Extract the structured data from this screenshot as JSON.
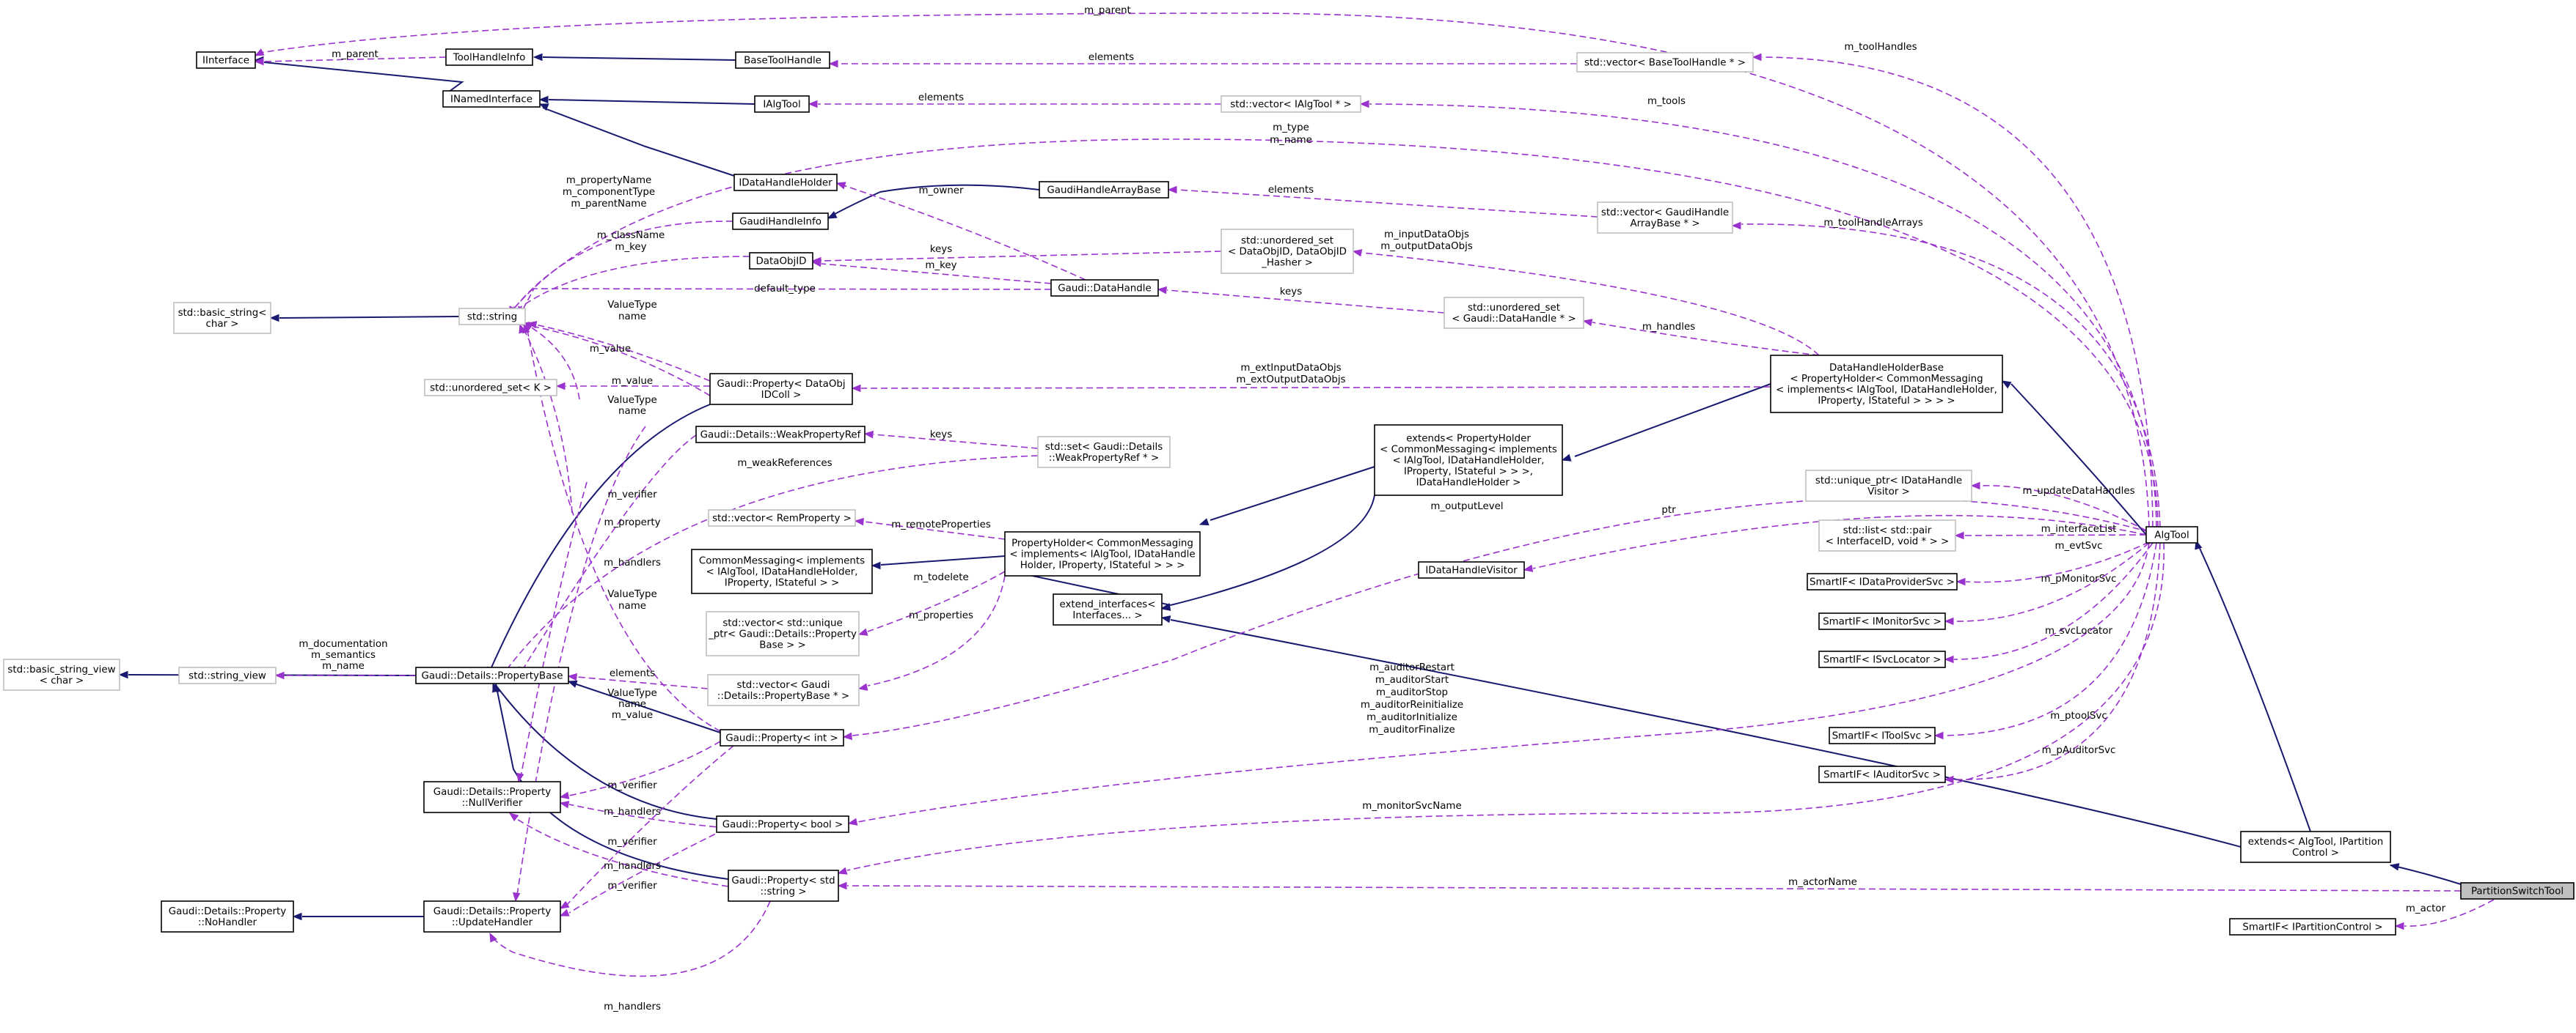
{
  "diagram": {
    "nodes": [
      {
        "id": "IInterface",
        "lines": [
          "IInterface"
        ],
        "style": "solid"
      },
      {
        "id": "ToolHandleInfo",
        "lines": [
          "ToolHandleInfo"
        ],
        "style": "solid"
      },
      {
        "id": "BaseToolHandle",
        "lines": [
          "BaseToolHandle"
        ],
        "style": "solid"
      },
      {
        "id": "VecBaseToolHandle",
        "lines": [
          "std::vector< BaseToolHandle * >"
        ],
        "style": "ghost"
      },
      {
        "id": "INamedInterface",
        "lines": [
          "INamedInterface"
        ],
        "style": "solid"
      },
      {
        "id": "IAlgTool",
        "lines": [
          "IAlgTool"
        ],
        "style": "solid"
      },
      {
        "id": "VecIAlgTool",
        "lines": [
          "std::vector< IAlgTool * >"
        ],
        "style": "ghost"
      },
      {
        "id": "IDataHandleHolder",
        "lines": [
          "IDataHandleHolder"
        ],
        "style": "solid"
      },
      {
        "id": "GaudiHandleArrayBase",
        "lines": [
          "GaudiHandleArrayBase"
        ],
        "style": "solid"
      },
      {
        "id": "GaudiHandleInfo",
        "lines": [
          "GaudiHandleInfo"
        ],
        "style": "solid"
      },
      {
        "id": "VecGaudiHandleArrayBase",
        "lines": [
          "std::vector< GaudiHandle",
          "ArrayBase * >"
        ],
        "style": "ghost"
      },
      {
        "id": "DataObjID",
        "lines": [
          "DataObjID"
        ],
        "style": "solid"
      },
      {
        "id": "UnorderedSetDataObjID",
        "lines": [
          "std::unordered_set",
          "< DataObjID, DataObjID",
          "_Hasher >"
        ],
        "style": "ghost"
      },
      {
        "id": "GaudiDataHandle",
        "lines": [
          "Gaudi::DataHandle"
        ],
        "style": "solid"
      },
      {
        "id": "BasicString",
        "lines": [
          "std::basic_string<",
          "char >"
        ],
        "style": "ghost"
      },
      {
        "id": "StdString",
        "lines": [
          "std::string"
        ],
        "style": "ghost"
      },
      {
        "id": "UnorderedSetDataHandle",
        "lines": [
          "std::unordered_set",
          "< Gaudi::DataHandle * >"
        ],
        "style": "ghost"
      },
      {
        "id": "DataHandleHolderBase",
        "lines": [
          "DataHandleHolderBase",
          "< PropertyHolder< CommonMessaging",
          "< implements< IAlgTool, IDataHandleHolder,",
          "IProperty, IStateful > > > >"
        ],
        "style": "solid"
      },
      {
        "id": "UnorderedSetK",
        "lines": [
          "std::unordered_set< K >"
        ],
        "style": "ghost"
      },
      {
        "id": "PropDataObjIDColl",
        "lines": [
          "Gaudi::Property< DataObj",
          "IDColl >"
        ],
        "style": "solid"
      },
      {
        "id": "WeakPropertyRef",
        "lines": [
          "Gaudi::Details::WeakPropertyRef"
        ],
        "style": "solid"
      },
      {
        "id": "SetWeakPropertyRef",
        "lines": [
          "std::set< Gaudi::Details",
          "::WeakPropertyRef * >"
        ],
        "style": "ghost"
      },
      {
        "id": "ExtendsPropertyHolder",
        "lines": [
          "extends< PropertyHolder",
          "< CommonMessaging< implements",
          "< IAlgTool, IDataHandleHolder,",
          "IProperty, IStateful > > >,",
          "IDataHandleHolder >"
        ],
        "style": "solid"
      },
      {
        "id": "UniquePtrVisitor",
        "lines": [
          "std::unique_ptr< IDataHandle",
          "Visitor >"
        ],
        "style": "ghost"
      },
      {
        "id": "VecRemProperty",
        "lines": [
          "std::vector< RemProperty >"
        ],
        "style": "ghost"
      },
      {
        "id": "ListPair",
        "lines": [
          "std::list< std::pair",
          "< InterfaceID, void * > >"
        ],
        "style": "ghost"
      },
      {
        "id": "AlgTool",
        "lines": [
          "AlgTool"
        ],
        "style": "solid"
      },
      {
        "id": "CommonMessaging",
        "lines": [
          "CommonMessaging< implements",
          "< IAlgTool, IDataHandleHolder,",
          "IProperty, IStateful > >"
        ],
        "style": "solid"
      },
      {
        "id": "PropertyHolder",
        "lines": [
          "PropertyHolder< CommonMessaging",
          "< implements< IAlgTool, IDataHandle",
          "Holder, IProperty, IStateful > > >"
        ],
        "style": "solid"
      },
      {
        "id": "IDataHandleVisitor",
        "lines": [
          "IDataHandleVisitor"
        ],
        "style": "solid"
      },
      {
        "id": "SmartIFDataProvider",
        "lines": [
          "SmartIF< IDataProviderSvc >"
        ],
        "style": "solid"
      },
      {
        "id": "ExtendInterfaces",
        "lines": [
          "extend_interfaces<",
          "Interfaces... >"
        ],
        "style": "solid"
      },
      {
        "id": "SmartIFMonitor",
        "lines": [
          "SmartIF< IMonitorSvc >"
        ],
        "style": "solid"
      },
      {
        "id": "VecUniquePtrPropertyBase",
        "lines": [
          "std::vector< std::unique",
          "_ptr< Gaudi::Details::Property",
          "Base > >"
        ],
        "style": "ghost"
      },
      {
        "id": "BasicStringView",
        "lines": [
          "std::basic_string_view",
          "< char >"
        ],
        "style": "ghost"
      },
      {
        "id": "StringView",
        "lines": [
          "std::string_view"
        ],
        "style": "ghost"
      },
      {
        "id": "PropertyBase",
        "lines": [
          "Gaudi::Details::PropertyBase"
        ],
        "style": "solid"
      },
      {
        "id": "SmartIFSvcLocator",
        "lines": [
          "SmartIF< ISvcLocator >"
        ],
        "style": "solid"
      },
      {
        "id": "VecPropertyBase",
        "lines": [
          "std::vector< Gaudi",
          "::Details::PropertyBase * >"
        ],
        "style": "ghost"
      },
      {
        "id": "PropInt",
        "lines": [
          "Gaudi::Property< int >"
        ],
        "style": "solid"
      },
      {
        "id": "SmartIFToolSvc",
        "lines": [
          "SmartIF< IToolSvc >"
        ],
        "style": "solid"
      },
      {
        "id": "SmartIFAuditorSvc",
        "lines": [
          "SmartIF< IAuditorSvc >"
        ],
        "style": "solid"
      },
      {
        "id": "NullVerifier",
        "lines": [
          "Gaudi::Details::Property",
          "::NullVerifier"
        ],
        "style": "solid"
      },
      {
        "id": "PropBool",
        "lines": [
          "Gaudi::Property< bool >"
        ],
        "style": "solid"
      },
      {
        "id": "ExtendsAlgToolIPartition",
        "lines": [
          "extends< AlgTool, IPartition",
          "Control >"
        ],
        "style": "solid"
      },
      {
        "id": "PropString",
        "lines": [
          "Gaudi::Property< std",
          "::string >"
        ],
        "style": "solid"
      },
      {
        "id": "PartitionSwitchTool",
        "lines": [
          "PartitionSwitchTool"
        ],
        "style": "focus"
      },
      {
        "id": "NoHandler",
        "lines": [
          "Gaudi::Details::Property",
          "::NoHandler"
        ],
        "style": "solid"
      },
      {
        "id": "UpdateHandler",
        "lines": [
          "Gaudi::Details::Property",
          "::UpdateHandler"
        ],
        "style": "solid"
      },
      {
        "id": "SmartIFIPartitionControl",
        "lines": [
          "SmartIF< IPartitionControl >"
        ],
        "style": "solid"
      }
    ],
    "edges": [
      {
        "id": "e1",
        "kind": "inherit"
      },
      {
        "id": "e2",
        "kind": "inherit"
      },
      {
        "id": "e3",
        "kind": "inherit"
      },
      {
        "id": "e4",
        "kind": "inherit"
      },
      {
        "id": "e5",
        "kind": "inherit"
      },
      {
        "id": "e6",
        "kind": "inherit"
      },
      {
        "id": "e7",
        "kind": "inherit"
      },
      {
        "id": "e8",
        "kind": "inherit"
      },
      {
        "id": "e9",
        "kind": "inherit"
      },
      {
        "id": "e10",
        "kind": "inherit"
      },
      {
        "id": "e11",
        "kind": "inherit"
      },
      {
        "id": "e12",
        "kind": "inherit"
      },
      {
        "id": "e13",
        "kind": "inherit"
      },
      {
        "id": "e14",
        "kind": "inherit"
      },
      {
        "id": "e15",
        "kind": "inherit"
      },
      {
        "id": "e16",
        "kind": "inherit"
      },
      {
        "id": "e17",
        "kind": "inherit"
      },
      {
        "id": "e18",
        "kind": "inherit"
      },
      {
        "id": "e19",
        "kind": "inherit"
      },
      {
        "id": "e20",
        "kind": "inherit"
      },
      {
        "id": "e21",
        "kind": "inherit"
      },
      {
        "id": "u1",
        "kind": "use",
        "labels": [
          "m_parent"
        ]
      },
      {
        "id": "u2",
        "kind": "use",
        "labels": [
          "m_parent"
        ]
      },
      {
        "id": "u3",
        "kind": "use",
        "labels": [
          "elements"
        ]
      },
      {
        "id": "u4",
        "kind": "use",
        "labels": [
          "m_toolHandles"
        ]
      },
      {
        "id": "u5",
        "kind": "use",
        "labels": [
          "elements"
        ]
      },
      {
        "id": "u6",
        "kind": "use",
        "labels": [
          "m_tools"
        ]
      },
      {
        "id": "u7",
        "kind": "use",
        "labels": [
          "m_type",
          "m_name"
        ]
      },
      {
        "id": "u8",
        "kind": "use",
        "labels": [
          "m_owner"
        ]
      },
      {
        "id": "u9",
        "kind": "use",
        "labels": [
          "elements"
        ]
      },
      {
        "id": "u10",
        "kind": "use",
        "labels": [
          "m_toolHandleArrays"
        ]
      },
      {
        "id": "u11",
        "kind": "use",
        "labels": [
          "m_propertyName",
          "m_componentType",
          "m_parentName"
        ]
      },
      {
        "id": "u12",
        "kind": "use",
        "labels": [
          "m_className",
          "m_key"
        ]
      },
      {
        "id": "u13",
        "kind": "use",
        "labels": [
          "keys"
        ]
      },
      {
        "id": "u14",
        "kind": "use",
        "labels": [
          "m_key"
        ]
      },
      {
        "id": "u15",
        "kind": "use",
        "labels": [
          "default_type"
        ]
      },
      {
        "id": "u16",
        "kind": "use",
        "labels": [
          "keys"
        ]
      },
      {
        "id": "u17",
        "kind": "use",
        "labels": [
          "m_inputDataObjs",
          "m_outputDataObjs"
        ]
      },
      {
        "id": "u18",
        "kind": "use",
        "labels": [
          "m_handles"
        ]
      },
      {
        "id": "u19",
        "kind": "use",
        "labels": [
          "m_extInputDataObjs",
          "m_extOutputDataObjs"
        ]
      },
      {
        "id": "u20",
        "kind": "use",
        "labels": [
          "ValueType",
          "name"
        ]
      },
      {
        "id": "u21",
        "kind": "use",
        "labels": [
          "m_value"
        ]
      },
      {
        "id": "u22",
        "kind": "use",
        "labels": [
          "m_value"
        ]
      },
      {
        "id": "u23",
        "kind": "use",
        "labels": [
          "ValueType",
          "name"
        ]
      },
      {
        "id": "u24",
        "kind": "use",
        "labels": [
          "keys"
        ]
      },
      {
        "id": "u25",
        "kind": "use",
        "labels": [
          "m_weakReferences"
        ]
      },
      {
        "id": "u26",
        "kind": "use",
        "labels": [
          "m_verifier"
        ]
      },
      {
        "id": "u27",
        "kind": "use",
        "labels": [
          "m_property"
        ]
      },
      {
        "id": "u28",
        "kind": "use",
        "labels": [
          "m_handlers"
        ]
      },
      {
        "id": "u29",
        "kind": "use",
        "labels": [
          "ValueType",
          "name"
        ]
      },
      {
        "id": "u30",
        "kind": "use",
        "labels": [
          "m_remoteProperties"
        ]
      },
      {
        "id": "u31",
        "kind": "use",
        "labels": [
          "m_todelete"
        ]
      },
      {
        "id": "u32",
        "kind": "use",
        "labels": [
          "m_properties"
        ]
      },
      {
        "id": "u33",
        "kind": "use",
        "labels": [
          "ptr"
        ]
      },
      {
        "id": "u34",
        "kind": "use",
        "labels": [
          "m_outputLevel"
        ]
      },
      {
        "id": "u35",
        "kind": "use",
        "labels": [
          "m_updateDataHandles"
        ]
      },
      {
        "id": "u36",
        "kind": "use",
        "labels": [
          "m_interfaceList"
        ]
      },
      {
        "id": "u37",
        "kind": "use",
        "labels": [
          "m_evtSvc"
        ]
      },
      {
        "id": "u38",
        "kind": "use",
        "labels": [
          "m_pMonitorSvc"
        ]
      },
      {
        "id": "u39",
        "kind": "use",
        "labels": [
          "m_svcLocator"
        ]
      },
      {
        "id": "u40",
        "kind": "use",
        "labels": [
          "m_documentation",
          "m_semantics",
          "m_name"
        ]
      },
      {
        "id": "u41",
        "kind": "use",
        "labels": [
          "elements"
        ]
      },
      {
        "id": "u42",
        "kind": "use",
        "labels": [
          "ValueType",
          "name",
          "m_value"
        ]
      },
      {
        "id": "u43",
        "kind": "use",
        "labels": [
          "m_verifier"
        ]
      },
      {
        "id": "u44",
        "kind": "use",
        "labels": [
          "m_handlers"
        ]
      },
      {
        "id": "u45",
        "kind": "use",
        "labels": [
          "m_auditorRestart",
          "m_auditorStart",
          "m_auditorStop",
          "m_auditorReinitialize",
          "m_auditorInitialize",
          "m_auditorFinalize"
        ]
      },
      {
        "id": "u46",
        "kind": "use",
        "labels": [
          "m_ptoolSvc"
        ]
      },
      {
        "id": "u47",
        "kind": "use",
        "labels": [
          "m_pAuditorSvc"
        ]
      },
      {
        "id": "u48",
        "kind": "use",
        "labels": [
          "m_monitorSvcName"
        ]
      },
      {
        "id": "u49",
        "kind": "use",
        "labels": [
          "m_verifier"
        ]
      },
      {
        "id": "u50",
        "kind": "use",
        "labels": [
          "m_verifier"
        ]
      },
      {
        "id": "u51",
        "kind": "use",
        "labels": [
          "m_handlers"
        ]
      },
      {
        "id": "u52",
        "kind": "use",
        "labels": [
          "m_actorName"
        ]
      },
      {
        "id": "u53",
        "kind": "use",
        "labels": [
          "m_actor"
        ]
      },
      {
        "id": "u54",
        "kind": "use",
        "labels": [
          "m_handlers"
        ]
      }
    ]
  }
}
